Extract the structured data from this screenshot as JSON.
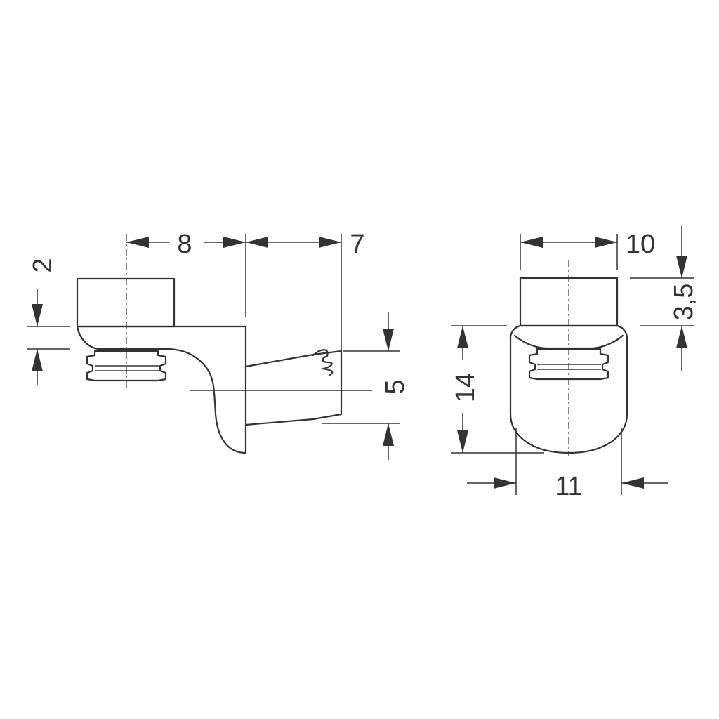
{
  "side_view": {
    "dim_length_top": "8",
    "dim_pin_length": "7",
    "dim_collar": "2",
    "dim_pin_diameter": "5"
  },
  "front_view": {
    "dim_top_width": "10",
    "dim_top_height": "3,5",
    "dim_body_height": "14",
    "dim_body_width": "11"
  },
  "colors": {
    "line": "#333333",
    "background": "#ffffff"
  }
}
